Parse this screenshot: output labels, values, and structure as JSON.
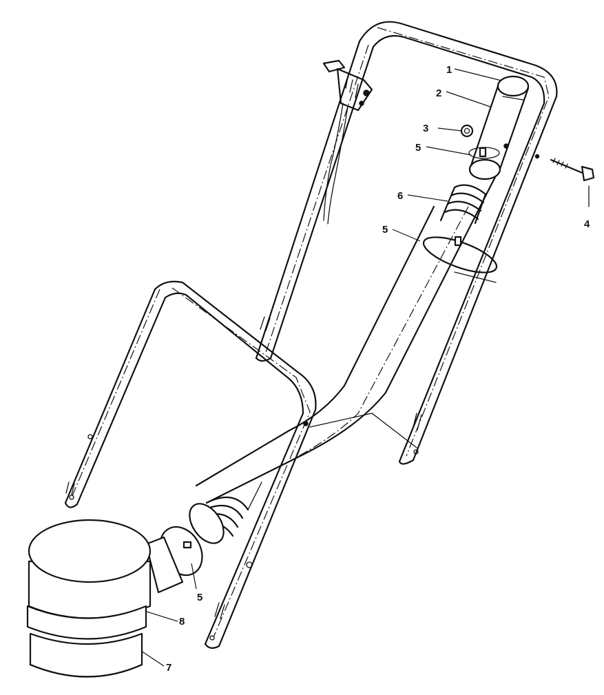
{
  "figure": {
    "callouts": {
      "c1": "1",
      "c2": "2",
      "c3": "3",
      "c4": "4",
      "c5a": "5",
      "c5b": "5",
      "c5c": "5",
      "c6": "6",
      "c7": "7",
      "c8": "8"
    }
  }
}
